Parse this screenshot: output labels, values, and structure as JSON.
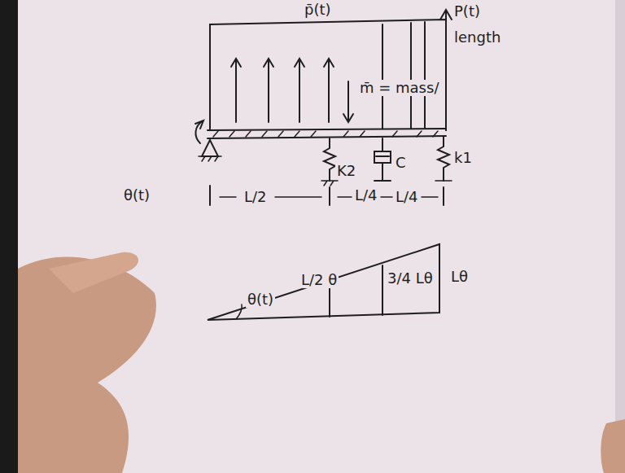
{
  "diagram": {
    "labels": [
      "p̄(t)",
      "P(t)",
      "length",
      "m̄ = mass/",
      "K2",
      "C",
      "k1",
      "θ(t)",
      "L/2",
      "L/4",
      "L/4",
      "θ(t)",
      "L/2 θ",
      "3/4 Lθ",
      "Lθ"
    ]
  }
}
